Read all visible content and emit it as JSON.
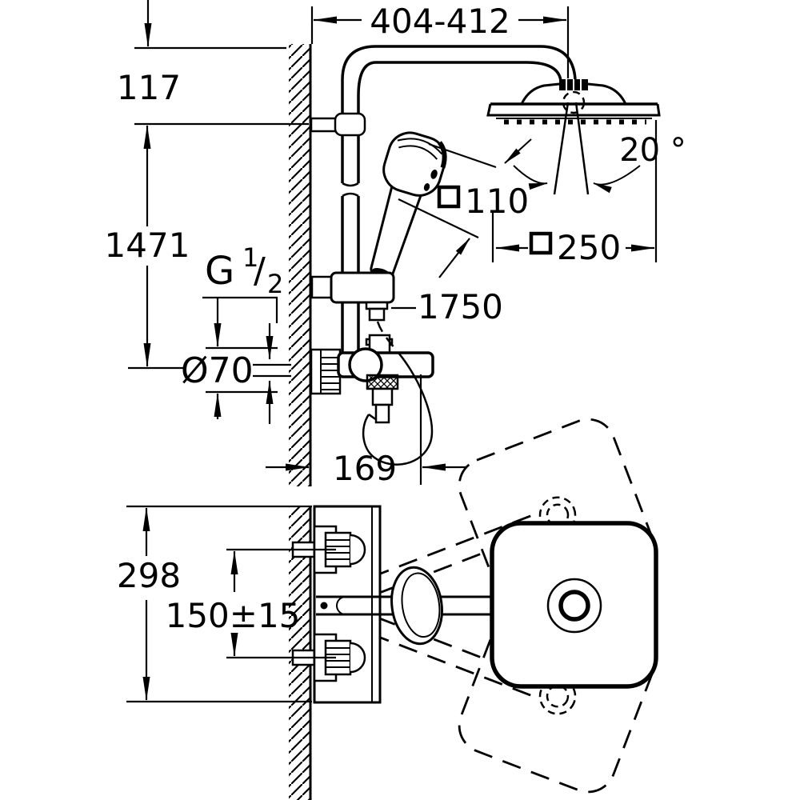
{
  "drawing": {
    "title": "shower-system-dimensional-drawing",
    "colors": {
      "line": "#000000",
      "background": "#ffffff"
    },
    "symbols": {
      "square": "□",
      "diameter": "Ø",
      "degree": "°",
      "plus_minus": "±"
    },
    "dim": {
      "top_width": "404-412",
      "wall_offset": "117",
      "riser_height": "1471",
      "head_angle": "20 °",
      "hand_shower_width": "110",
      "head_shower_width": "250",
      "hand_shower_height": "1750",
      "thread_g": "G",
      "thread_sup": "1",
      "thread_slash": "/",
      "thread_sub": "2",
      "escutcheon_diameter": "Ø70",
      "valve_projection": "169",
      "plan_depth": "298",
      "supply_spacing": "150±15"
    }
  }
}
